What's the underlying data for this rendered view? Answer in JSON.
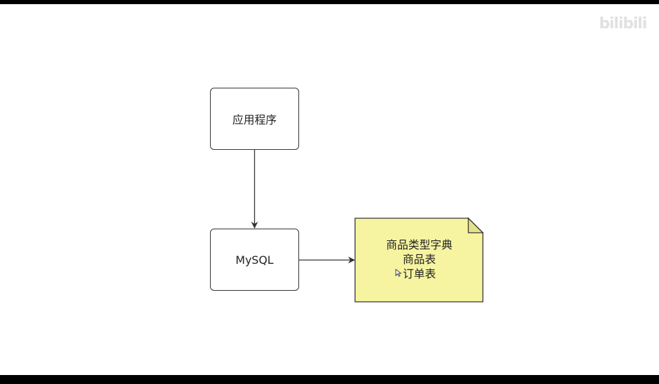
{
  "diagram": {
    "nodes": {
      "app": {
        "label": "应用程序"
      },
      "mysql": {
        "label": "MySQL"
      },
      "note": {
        "lines": [
          "商品类型字典",
          "商品表",
          "订单表"
        ]
      }
    },
    "edges": [
      {
        "from": "app",
        "to": "mysql"
      },
      {
        "from": "mysql",
        "to": "note"
      }
    ]
  },
  "watermark": {
    "text": "bilibili"
  },
  "colors": {
    "note_fill": "#f7f4a1",
    "stroke": "#333333",
    "background": "#ffffff"
  }
}
